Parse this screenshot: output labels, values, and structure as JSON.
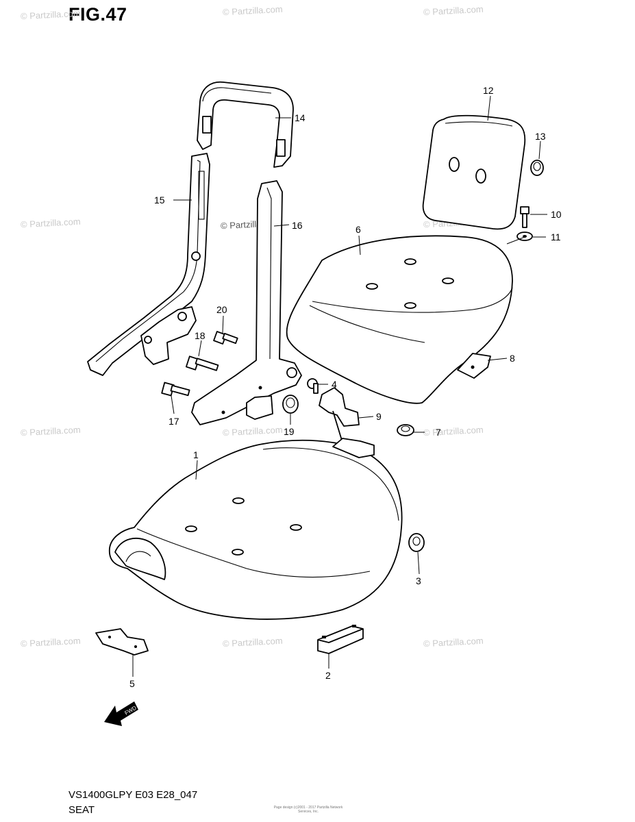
{
  "figure": {
    "title": "FIG.47",
    "model_code": "VS1400GLPY E03 E28_047",
    "section_name": "SEAT"
  },
  "watermarks": {
    "text": "© Partzilla.com",
    "featured_text": "© Partzilla.com"
  },
  "fine_print": "Page design (c)2001 - 2017 Partzilla Network Services, Inc.",
  "fwd_arrow_label": "FWD",
  "callouts": {
    "c1": "1",
    "c2": "2",
    "c3": "3",
    "c4": "4",
    "c5": "5",
    "c6": "6",
    "c7": "7",
    "c8": "8",
    "c9": "9",
    "c10": "10",
    "c11": "11",
    "c12": "12",
    "c13": "13",
    "c14": "14",
    "c15": "15",
    "c16": "16",
    "c17": "17",
    "c18": "18",
    "c19": "19",
    "c20": "20"
  },
  "colors": {
    "line": "#000000",
    "watermark": "#c9c9c9",
    "background": "#ffffff"
  }
}
